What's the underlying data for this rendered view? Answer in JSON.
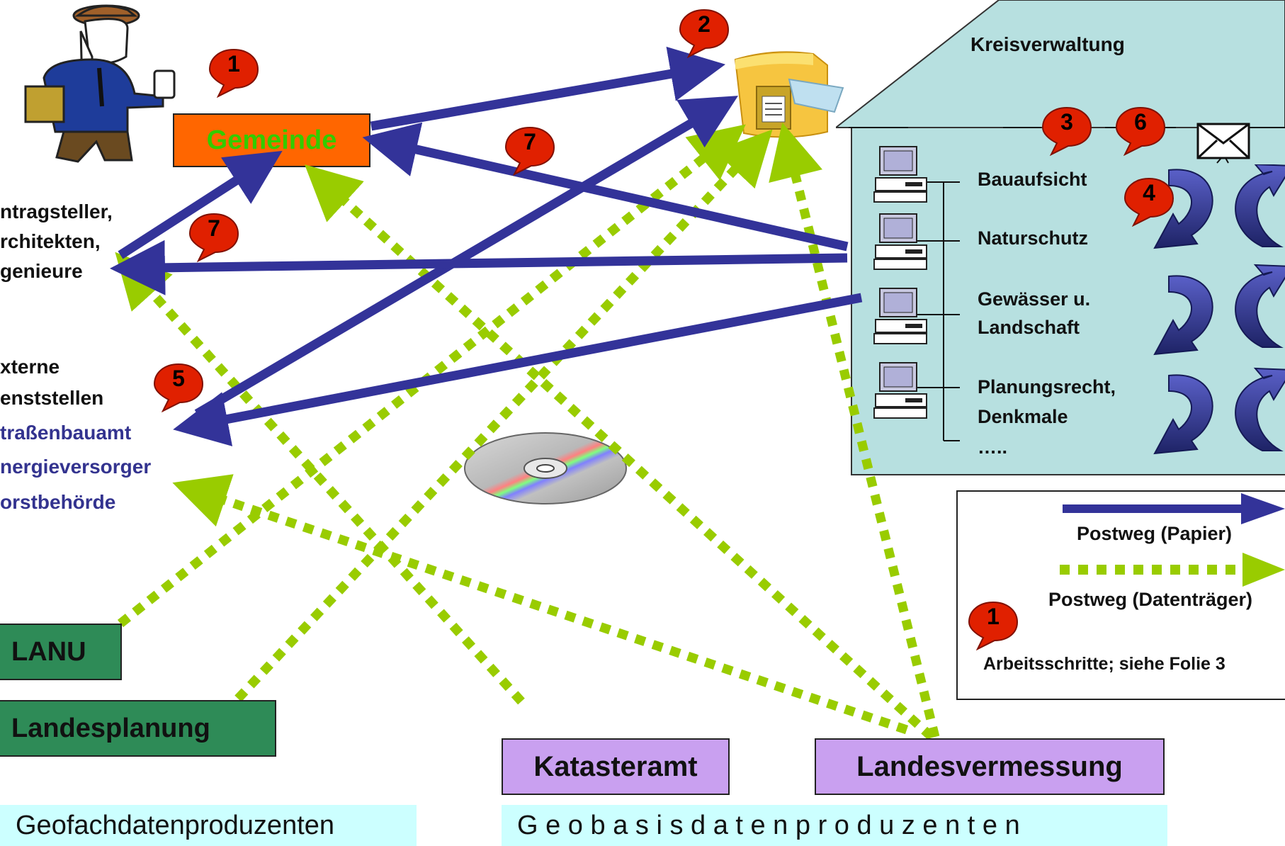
{
  "house": {
    "title": "Kreisverwaltung"
  },
  "departments": [
    {
      "label": "Bauaufsicht"
    },
    {
      "label": "Naturschutz"
    },
    {
      "label": "Gewässer u.\nLandschaft"
    },
    {
      "label": "Planungsrecht,\nDenkmale"
    },
    {
      "label": "….."
    }
  ],
  "gemeinde": {
    "label": "Gemeinde"
  },
  "applicant": {
    "label": "ntragsteller,\nrchitekten,\ngenieure"
  },
  "external": {
    "heading": "xterne\nenststellen",
    "items": [
      "traßenbauamt",
      "nergieversorger",
      "orstbehörde"
    ]
  },
  "producers": {
    "lanu": "LANU",
    "landesplanung": "Landesplanung",
    "katasteramt": "Katasteramt",
    "landesvermessung": "Landesvermessung",
    "fach_label": "Geofachdatenproduzenten",
    "basis_label": "G e o b a s i s d a t e n p r o d u z e n t e n"
  },
  "steps": {
    "s1": "1",
    "s2": "2",
    "s3": "3",
    "s4": "4",
    "s5": "5",
    "s6": "6",
    "s7a": "7",
    "s7b": "7",
    "legend_step": "1"
  },
  "legend": {
    "paper": "Postweg (Papier)",
    "media": "Postweg (Datenträger)",
    "steps": "Arbeitsschritte; siehe Folie 3"
  },
  "icons": [
    "worker-icon",
    "mailbox-icon",
    "cd-icon",
    "computer-icon",
    "envelope-icon",
    "cycle-arrow-icon"
  ],
  "colors": {
    "paper_route": "#333399",
    "media_route": "#99cc00",
    "badge": "#e02000",
    "house": "#b7e0e0",
    "gemeinde_fill": "#ff6600",
    "gemeinde_text": "#33cc00",
    "green_box": "#2e8b57",
    "purple_box": "#c9a0f0",
    "producer_band": "#ccffff"
  }
}
